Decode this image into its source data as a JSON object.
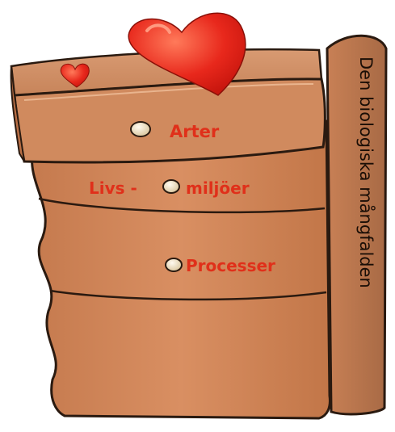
{
  "illustration": {
    "side_title": "Den biologiska mångfalden",
    "drawers": [
      {
        "label": "Arter"
      },
      {
        "label_left": "Livs -",
        "label_right": "miljöer"
      },
      {
        "label": "Processer"
      }
    ],
    "colors": {
      "wood": "#cf8456",
      "wood_light": "#e2a27a",
      "wood_dark": "#a8603a",
      "outline": "#2a1a10",
      "label_red": "#e0301a",
      "heart_red": "#e8281c",
      "heart_highlight": "#ff6a4a",
      "knob": "#f3e7c8"
    },
    "icons": [
      "heart-icon",
      "small-heart-icon",
      "drawer-knob-icon"
    ]
  }
}
